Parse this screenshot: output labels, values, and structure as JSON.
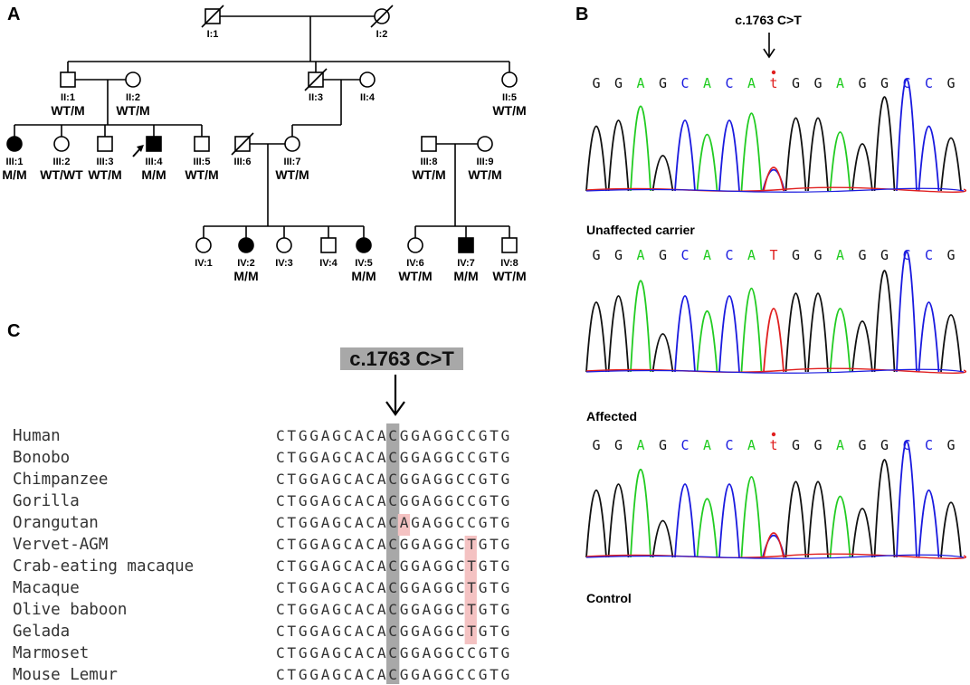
{
  "panels": {
    "a": "A",
    "b": "B",
    "c": "C"
  },
  "pedigree": {
    "individuals": [
      {
        "id": "I:1",
        "sex": "male",
        "affected": false,
        "deceased": true,
        "genotype": "",
        "proband": false
      },
      {
        "id": "I:2",
        "sex": "female",
        "affected": false,
        "deceased": true,
        "genotype": "",
        "proband": false
      },
      {
        "id": "II:1",
        "sex": "male",
        "affected": false,
        "deceased": false,
        "genotype": "WT/M",
        "proband": false
      },
      {
        "id": "II:2",
        "sex": "female",
        "affected": false,
        "deceased": false,
        "genotype": "WT/M",
        "proband": false
      },
      {
        "id": "II:3",
        "sex": "male",
        "affected": false,
        "deceased": true,
        "genotype": "",
        "proband": false
      },
      {
        "id": "II:4",
        "sex": "female",
        "affected": false,
        "deceased": false,
        "genotype": "",
        "proband": false
      },
      {
        "id": "II:5",
        "sex": "female",
        "affected": false,
        "deceased": false,
        "genotype": "WT/M",
        "proband": false
      },
      {
        "id": "III:1",
        "sex": "female",
        "affected": true,
        "deceased": false,
        "genotype": "M/M",
        "proband": false
      },
      {
        "id": "III:2",
        "sex": "female",
        "affected": false,
        "deceased": false,
        "genotype": "WT/WT",
        "proband": false
      },
      {
        "id": "III:3",
        "sex": "male",
        "affected": false,
        "deceased": false,
        "genotype": "WT/M",
        "proband": false
      },
      {
        "id": "III:4",
        "sex": "male",
        "affected": true,
        "deceased": false,
        "genotype": "M/M",
        "proband": true
      },
      {
        "id": "III:5",
        "sex": "male",
        "affected": false,
        "deceased": false,
        "genotype": "WT/M",
        "proband": false
      },
      {
        "id": "III:6",
        "sex": "male",
        "affected": false,
        "deceased": true,
        "genotype": "",
        "proband": false
      },
      {
        "id": "III:7",
        "sex": "female",
        "affected": false,
        "deceased": false,
        "genotype": "WT/M",
        "proband": false
      },
      {
        "id": "III:8",
        "sex": "male",
        "affected": false,
        "deceased": false,
        "genotype": "WT/M",
        "proband": false
      },
      {
        "id": "III:9",
        "sex": "female",
        "affected": false,
        "deceased": false,
        "genotype": "WT/M",
        "proband": false
      },
      {
        "id": "IV:1",
        "sex": "female",
        "affected": false,
        "deceased": false,
        "genotype": "",
        "proband": false
      },
      {
        "id": "IV:2",
        "sex": "female",
        "affected": true,
        "deceased": false,
        "genotype": "M/M",
        "proband": false
      },
      {
        "id": "IV:3",
        "sex": "female",
        "affected": false,
        "deceased": false,
        "genotype": "",
        "proband": false
      },
      {
        "id": "IV:4",
        "sex": "male",
        "affected": false,
        "deceased": false,
        "genotype": "",
        "proband": false
      },
      {
        "id": "IV:5",
        "sex": "female",
        "affected": true,
        "deceased": false,
        "genotype": "M/M",
        "proband": false
      },
      {
        "id": "IV:6",
        "sex": "female",
        "affected": false,
        "deceased": false,
        "genotype": "WT/M",
        "proband": false
      },
      {
        "id": "IV:7",
        "sex": "male",
        "affected": true,
        "deceased": false,
        "genotype": "M/M",
        "proband": false
      },
      {
        "id": "IV:8",
        "sex": "male",
        "affected": false,
        "deceased": false,
        "genotype": "WT/M",
        "proband": false
      }
    ]
  },
  "chromatograms": {
    "variant_label": "c.1763 C>T",
    "traces": [
      {
        "label": "Unaffected carrier",
        "bases": [
          "G",
          "G",
          "A",
          "G",
          "C",
          "A",
          "C",
          "A",
          "t",
          "G",
          "G",
          "A",
          "G",
          "G",
          "C",
          "C",
          "G"
        ]
      },
      {
        "label": "Affected",
        "bases": [
          "G",
          "G",
          "A",
          "G",
          "C",
          "A",
          "C",
          "A",
          "T",
          "G",
          "G",
          "A",
          "G",
          "G",
          "C",
          "C",
          "G"
        ]
      },
      {
        "label": "Control",
        "bases": [
          "G",
          "G",
          "A",
          "G",
          "C",
          "A",
          "C",
          "A",
          "t",
          "G",
          "G",
          "A",
          "G",
          "G",
          "C",
          "C",
          "G"
        ]
      }
    ]
  },
  "alignment": {
    "variant_label": "c.1763 C>T",
    "species": [
      {
        "name": "Human",
        "seq": "CTGGAGCACACGGAGGCCGTG"
      },
      {
        "name": "Bonobo",
        "seq": "CTGGAGCACACGGAGGCCGTG"
      },
      {
        "name": "Chimpanzee",
        "seq": "CTGGAGCACACGGAGGCCGTG"
      },
      {
        "name": "Gorilla",
        "seq": "CTGGAGCACACGGAGGCCGTG"
      },
      {
        "name": "Orangutan",
        "seq": "CTGGAGCACACAGAGGCCGTG"
      },
      {
        "name": "Vervet-AGM",
        "seq": "CTGGAGCACACGGAGGCTGTG"
      },
      {
        "name": "Crab-eating macaque",
        "seq": "CTGGAGCACACGGAGGCTGTG"
      },
      {
        "name": "Macaque",
        "seq": "CTGGAGCACACGGAGGCTGTG"
      },
      {
        "name": "Olive baboon",
        "seq": "CTGGAGCACACGGAGGCTGTG"
      },
      {
        "name": "Gelada",
        "seq": "CTGGAGCACACGGAGGCTGTG"
      },
      {
        "name": "Marmoset",
        "seq": "CTGGAGCACACGGAGGCCGTG"
      },
      {
        "name": "Mouse Lemur",
        "seq": "CTGGAGCACACGGAGGCCGTG"
      }
    ]
  },
  "colors": {
    "A": "#22cc22",
    "C": "#1a1adf",
    "G": "#111111",
    "T": "#e02020",
    "highlight": "#f4c2c2",
    "conserved_column": "#a6a6a6"
  }
}
